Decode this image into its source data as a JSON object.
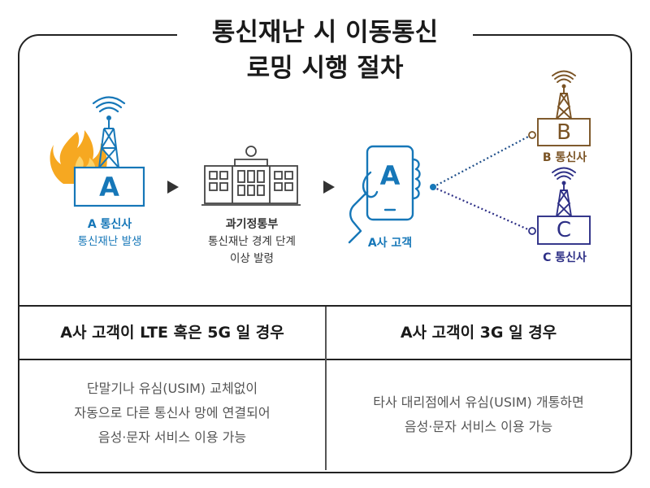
{
  "title": {
    "line1": "통신재난 시 이동통신",
    "line2": "로밍 시행 절차"
  },
  "carrier_a": {
    "letter": "A",
    "name": "A 통신사",
    "status": "통신재난 발생"
  },
  "ministry": {
    "name": "과기정통부",
    "line1": "통신재난 경계 단계",
    "line2": "이상 발령"
  },
  "customer": {
    "letter": "A",
    "label": "A사 고객"
  },
  "carrier_b": {
    "letter": "B",
    "name": "B 통신사"
  },
  "carrier_c": {
    "letter": "C",
    "name": "C 통신사"
  },
  "left_section": {
    "heading": "A사 고객이 LTE 혹은 5G 일 경우",
    "lines": [
      "단말기나 유심(USIM) 교체없이",
      "자동으로 다른 통신사 망에 연결되어",
      "음성·문자 서비스 이용 가능"
    ]
  },
  "right_section": {
    "heading": "A사 고객이 3G 일 경우",
    "lines": [
      "타사 대리점에서 유심(USIM) 개통하면",
      "음성·문자 서비스 이용 가능"
    ]
  },
  "colors": {
    "blue": "#1677b8",
    "brown": "#7a5324",
    "navy": "#2d2f86",
    "fire": "#f6a821"
  }
}
